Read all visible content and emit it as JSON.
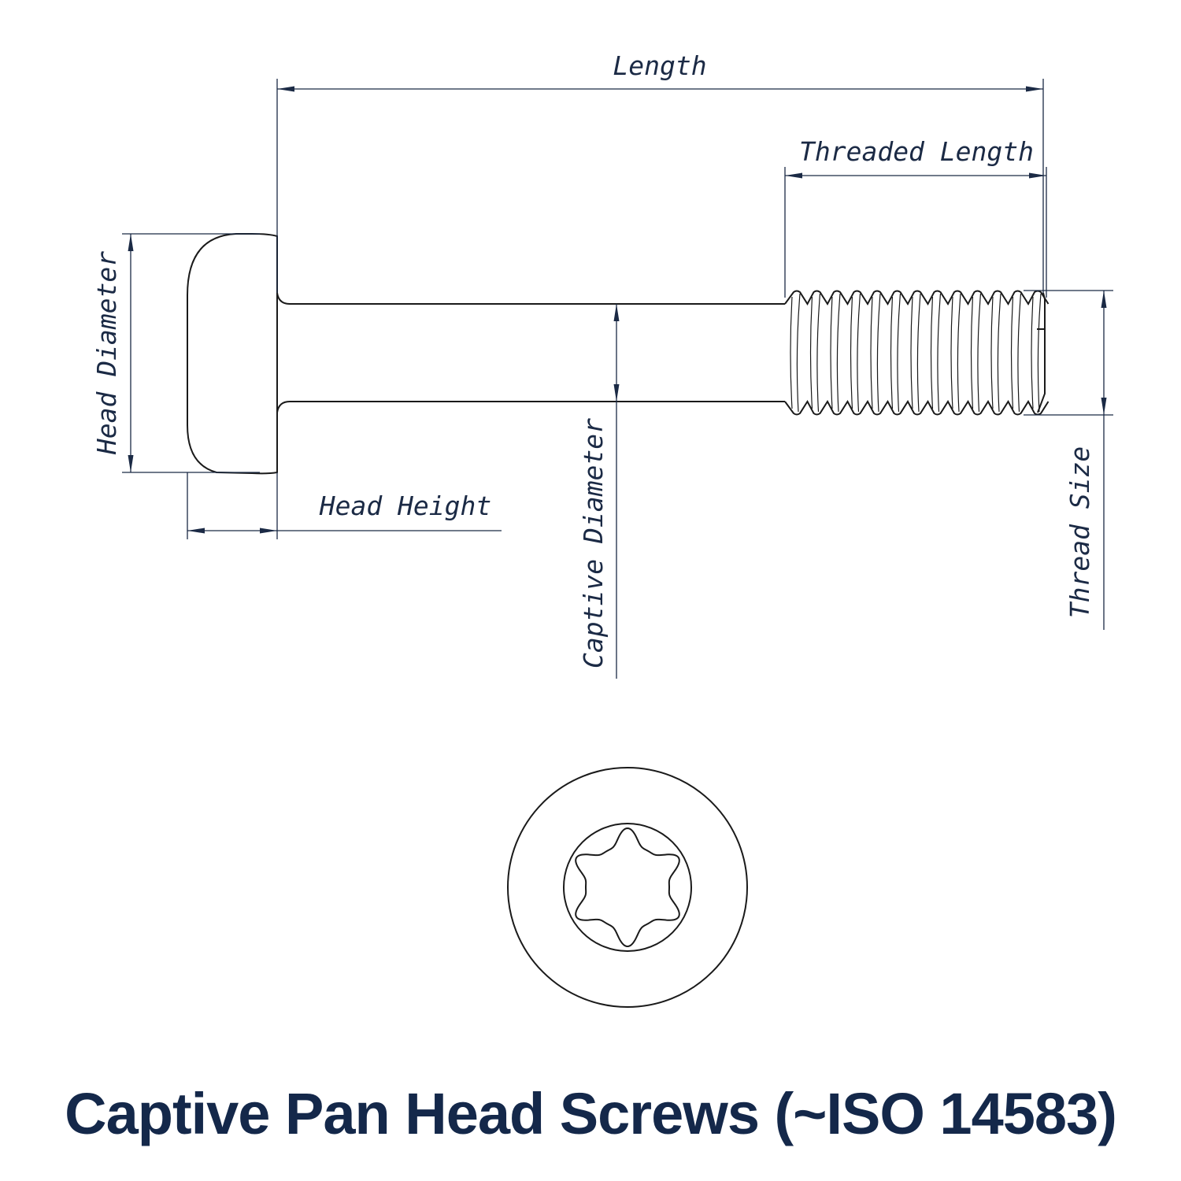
{
  "title": "Captive Pan Head Screws (~ISO 14583)",
  "dimensions": {
    "length": "Length",
    "threaded_length": "Threaded Length",
    "head_diameter": "Head Diameter",
    "head_height": "Head Height",
    "captive_diameter": "Captive Diameter",
    "thread_size": "Thread Size"
  },
  "colors": {
    "label": "#1b2a45",
    "title": "#14284a",
    "outline": "#1a1a1a"
  },
  "drive_type": "hexalobular (torx) socket"
}
